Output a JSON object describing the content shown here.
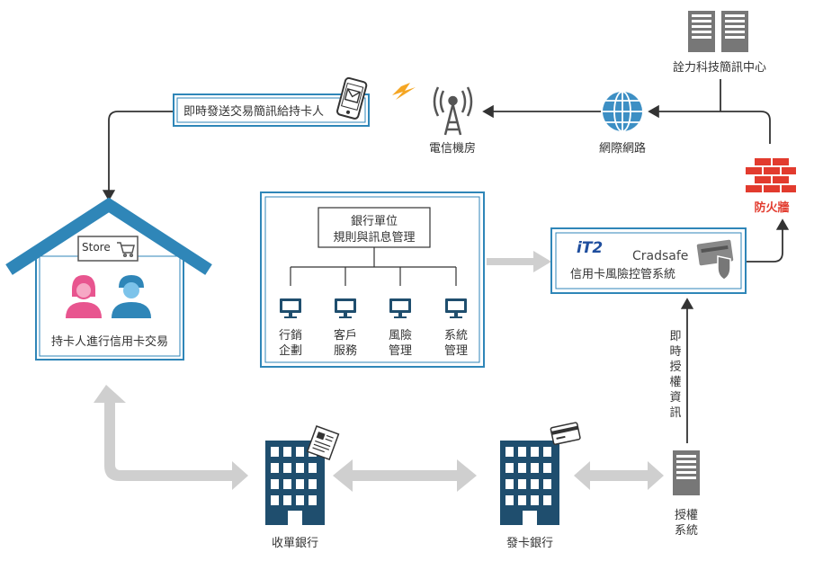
{
  "sms_box": "即時發送交易簡訊給持卡人",
  "telecom": "電信機房",
  "internet": "網際網路",
  "sms_center": "詮力科技簡訊中心",
  "firewall": "防火牆",
  "store_sign": "Store",
  "cardholder": "持卡人進行信用卡交易",
  "bank_unit": {
    "line1": "銀行單位",
    "line2": "規則與訊息管理",
    "depts": [
      {
        "l1": "行銷",
        "l2": "企劃"
      },
      {
        "l1": "客戶",
        "l2": "服務"
      },
      {
        "l1": "風險",
        "l2": "管理"
      },
      {
        "l1": "系統",
        "l2": "管理"
      }
    ]
  },
  "cradsafe": {
    "logo": "iT2",
    "brand": "Cradsafe",
    "subtitle": "信用卡風險控管系統"
  },
  "auth_info": "即時授權資訊",
  "acquirer": "收單銀行",
  "issuer": "發卡銀行",
  "auth_system": {
    "l1": "授權",
    "l2": "系統"
  },
  "colors": {
    "blue": "#2f86b8",
    "navy": "#1f4e6e",
    "red": "#e23b2e",
    "gray_arrow": "#cccccc"
  }
}
